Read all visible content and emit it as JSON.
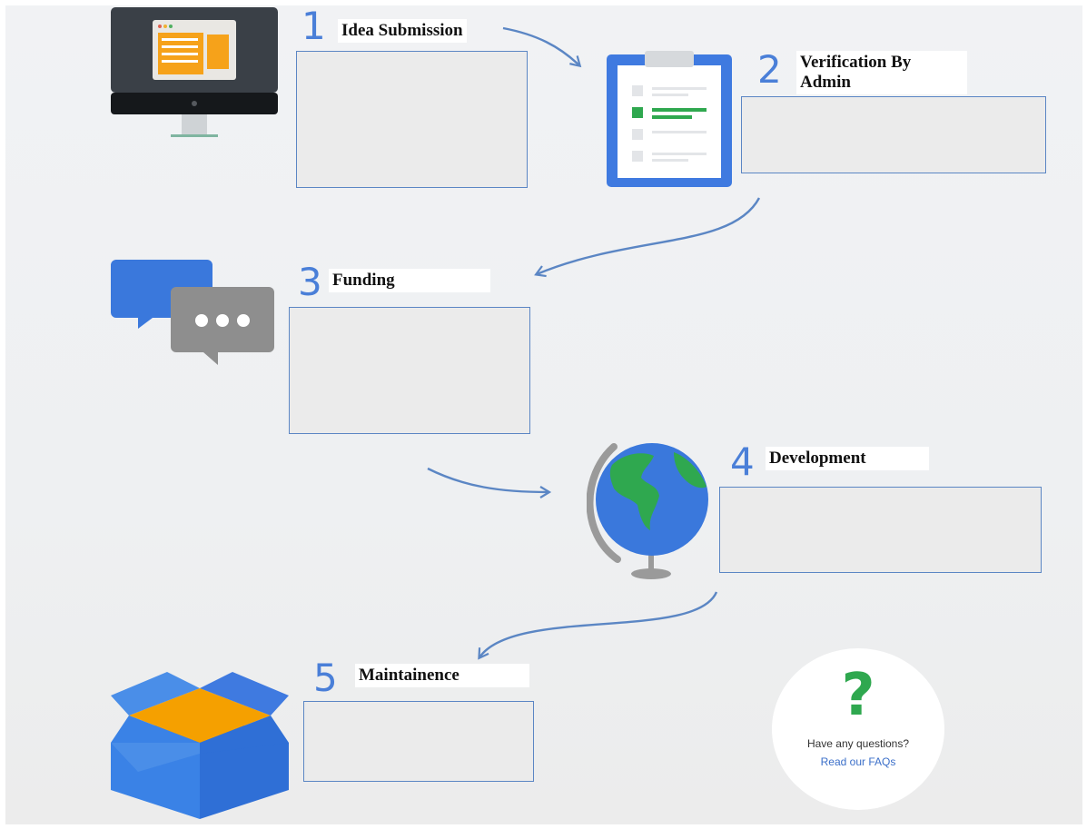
{
  "steps": [
    {
      "number": "1",
      "title": "Idea Submission",
      "icon": "monitor-icon"
    },
    {
      "number": "2",
      "title": "Verification By Admin",
      "icon": "clipboard-icon"
    },
    {
      "number": "3",
      "title": "Funding",
      "icon": "chat-bubbles-icon"
    },
    {
      "number": "4",
      "title": "Development",
      "icon": "globe-icon"
    },
    {
      "number": "5",
      "title": "Maintainence",
      "icon": "box-icon"
    }
  ],
  "faq": {
    "symbol": "?",
    "question": "Have any questions?",
    "link": "Read our FAQs"
  },
  "colors": {
    "accent_blue": "#4a7fd8",
    "arrow_blue": "#5b86c4",
    "green": "#2fa84f",
    "orange": "#f5a000",
    "box_fill": "#ebebeb"
  }
}
